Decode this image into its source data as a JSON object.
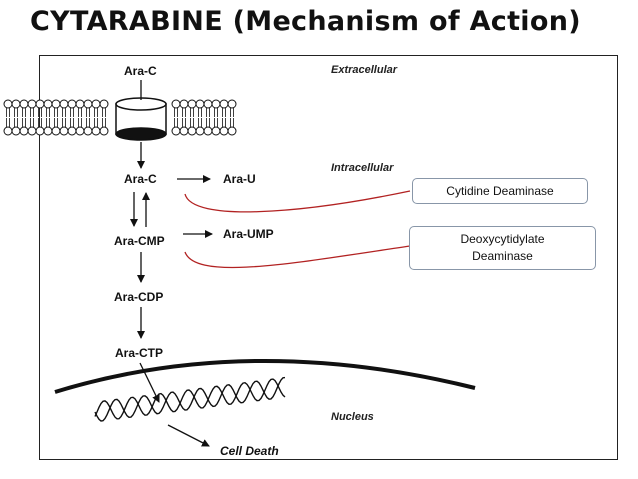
{
  "title": "CYTARABINE (Mechanism of Action)",
  "regions": {
    "extracellular": "Extracellular",
    "intracellular": "Intracellular",
    "nucleus": "Nucleus"
  },
  "nodes": {
    "ara_c_outside": "Ara-C",
    "ara_c": "Ara-C",
    "ara_u": "Ara-U",
    "ara_cmp": "Ara-CMP",
    "ara_ump": "Ara-UMP",
    "ara_cdp": "Ara-CDP",
    "ara_ctp": "Ara-CTP",
    "cell_death": "Cell Death"
  },
  "enzymes": {
    "cytidine_deaminase": "Cytidine Deaminase",
    "dcmp_deaminase_line1": "Deoxycytidylate",
    "dcmp_deaminase_line2": "Deaminase"
  },
  "colors": {
    "link_line": "#b22222",
    "enzyme_border": "#8896a8"
  }
}
